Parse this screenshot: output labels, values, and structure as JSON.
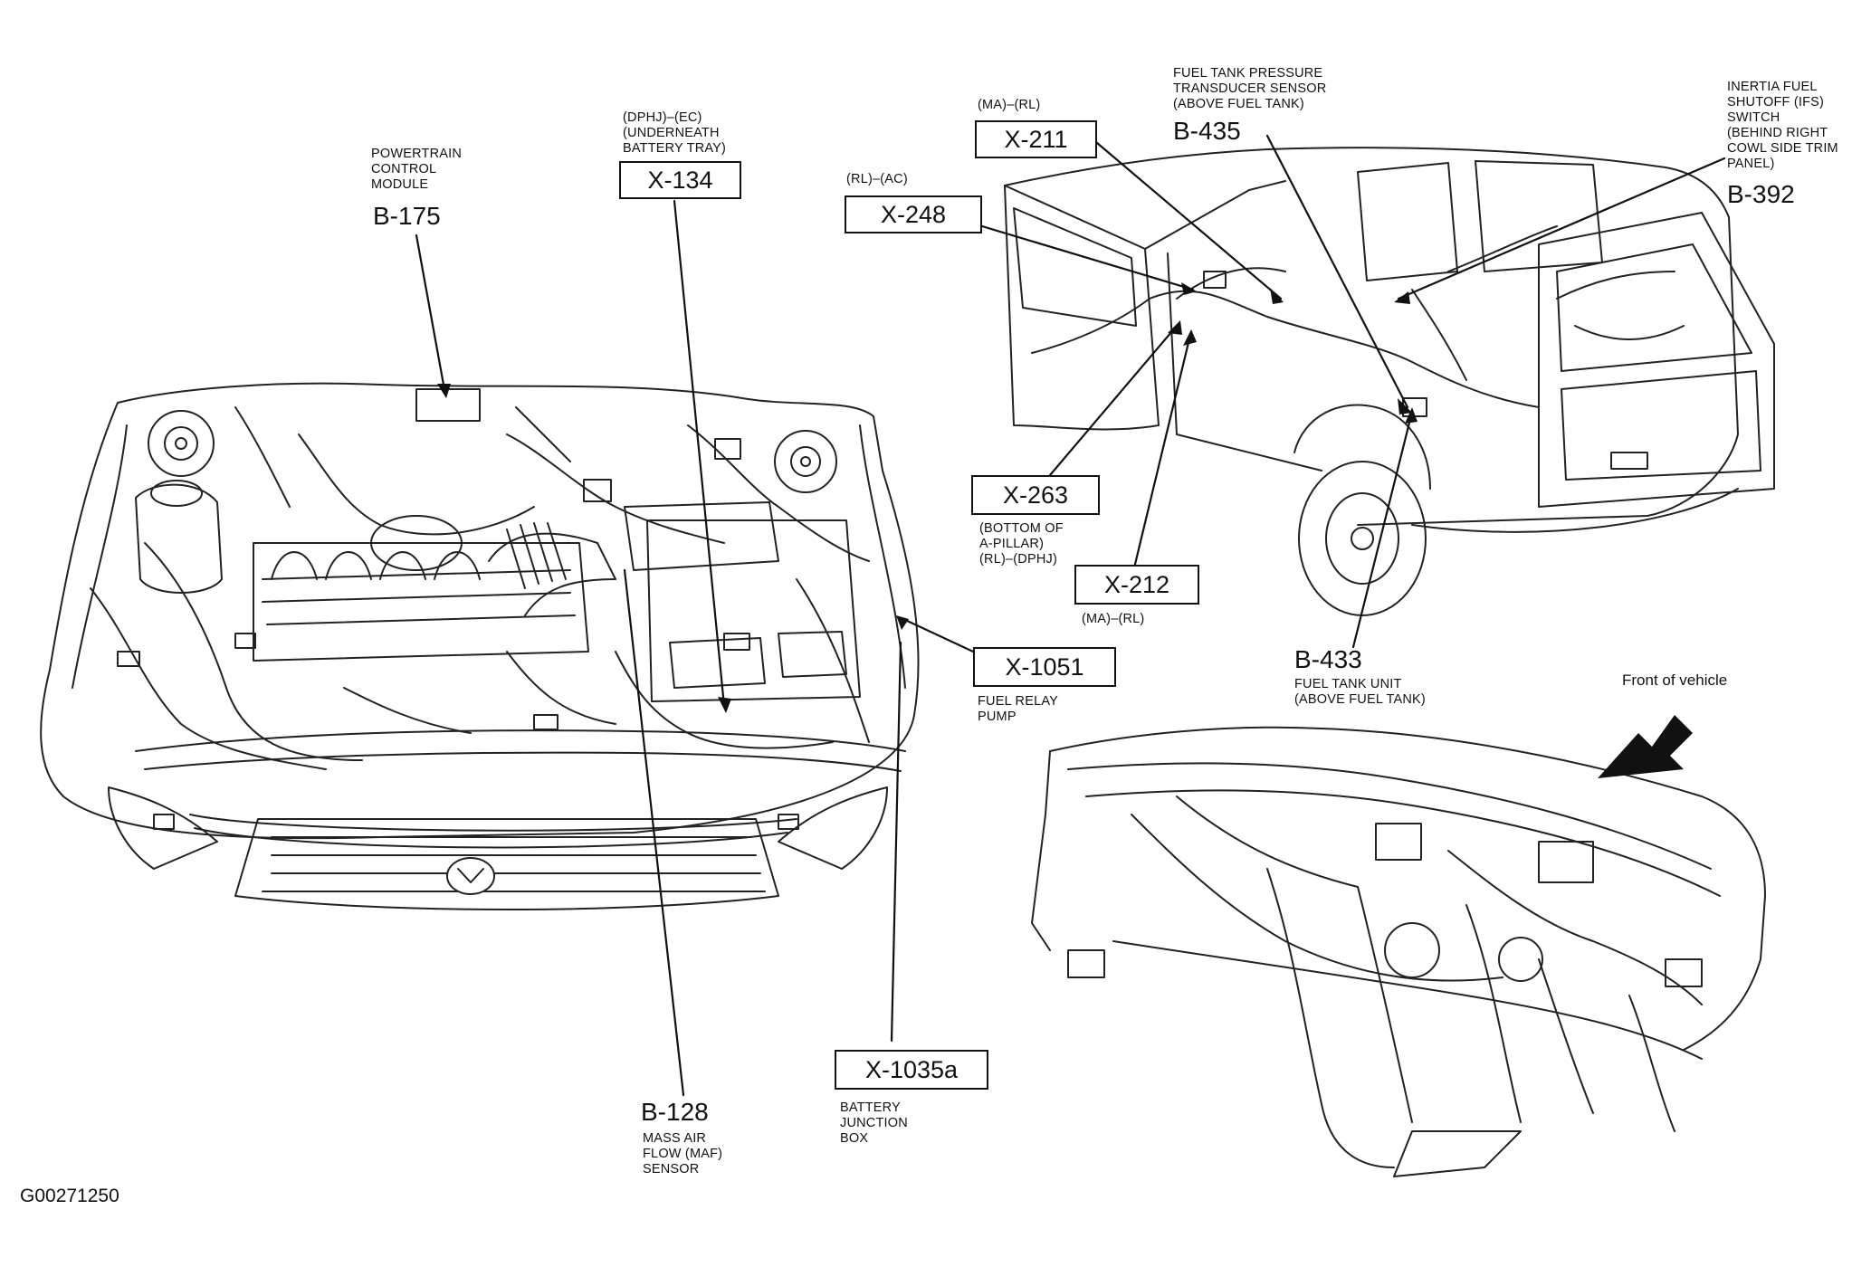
{
  "figure_id": "G00271250",
  "front_label": "Front of vehicle",
  "callouts": {
    "b175": {
      "id": "B-175",
      "desc": [
        "POWERTRAIN",
        "CONTROL",
        "MODULE"
      ]
    },
    "x134": {
      "id": "X-134",
      "desc": [
        "(DPHJ)–(EC)",
        "(UNDERNEATH",
        "BATTERY TRAY)"
      ]
    },
    "x248": {
      "id": "X-248",
      "desc": [
        "(RL)–(AC)"
      ]
    },
    "x211": {
      "id": "X-211",
      "desc": [
        "(MA)–(RL)"
      ]
    },
    "b435": {
      "id": "B-435",
      "desc": [
        "FUEL TANK PRESSURE",
        "TRANSDUCER SENSOR",
        "(ABOVE FUEL TANK)"
      ]
    },
    "b392": {
      "id": "B-392",
      "desc": [
        "INERTIA FUEL",
        "SHUTOFF (IFS)",
        "SWITCH",
        "(BEHIND RIGHT",
        "COWL SIDE TRIM",
        "PANEL)"
      ]
    },
    "x263": {
      "id": "X-263",
      "desc": [
        "(BOTTOM OF",
        "A-PILLAR)",
        "(RL)–(DPHJ)"
      ]
    },
    "x212": {
      "id": "X-212",
      "desc": [
        "(MA)–(RL)"
      ]
    },
    "b433": {
      "id": "B-433",
      "desc": [
        "FUEL TANK UNIT",
        "(ABOVE FUEL TANK)"
      ]
    },
    "x1051": {
      "id": "X-1051",
      "desc": [
        "FUEL RELAY",
        "PUMP"
      ]
    },
    "x1035a": {
      "id": "X-1035a",
      "desc": [
        "BATTERY",
        "JUNCTION",
        "BOX"
      ]
    },
    "b128": {
      "id": "B-128",
      "desc": [
        "MASS AIR",
        "FLOW (MAF)",
        "SENSOR"
      ]
    }
  }
}
